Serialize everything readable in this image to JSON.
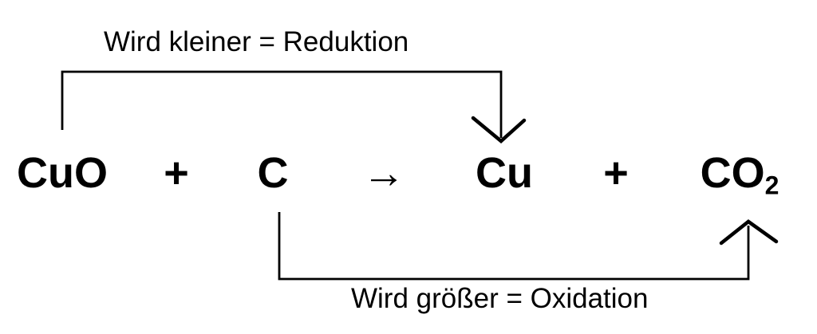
{
  "diagram": {
    "top_annotation": {
      "label": "Wird kleiner = Reduktion"
    },
    "bottom_annotation": {
      "label": "Wird größer = Oxidation"
    },
    "equation": {
      "reactant1": "CuO",
      "plus1": "+",
      "reactant2": "C",
      "yields_arrow": "→",
      "product1": "Cu",
      "plus2": "+",
      "product2_formula": "CO",
      "product2_subscript": "2"
    },
    "colors": {
      "foreground": "#000000",
      "background": "#ffffff"
    }
  }
}
